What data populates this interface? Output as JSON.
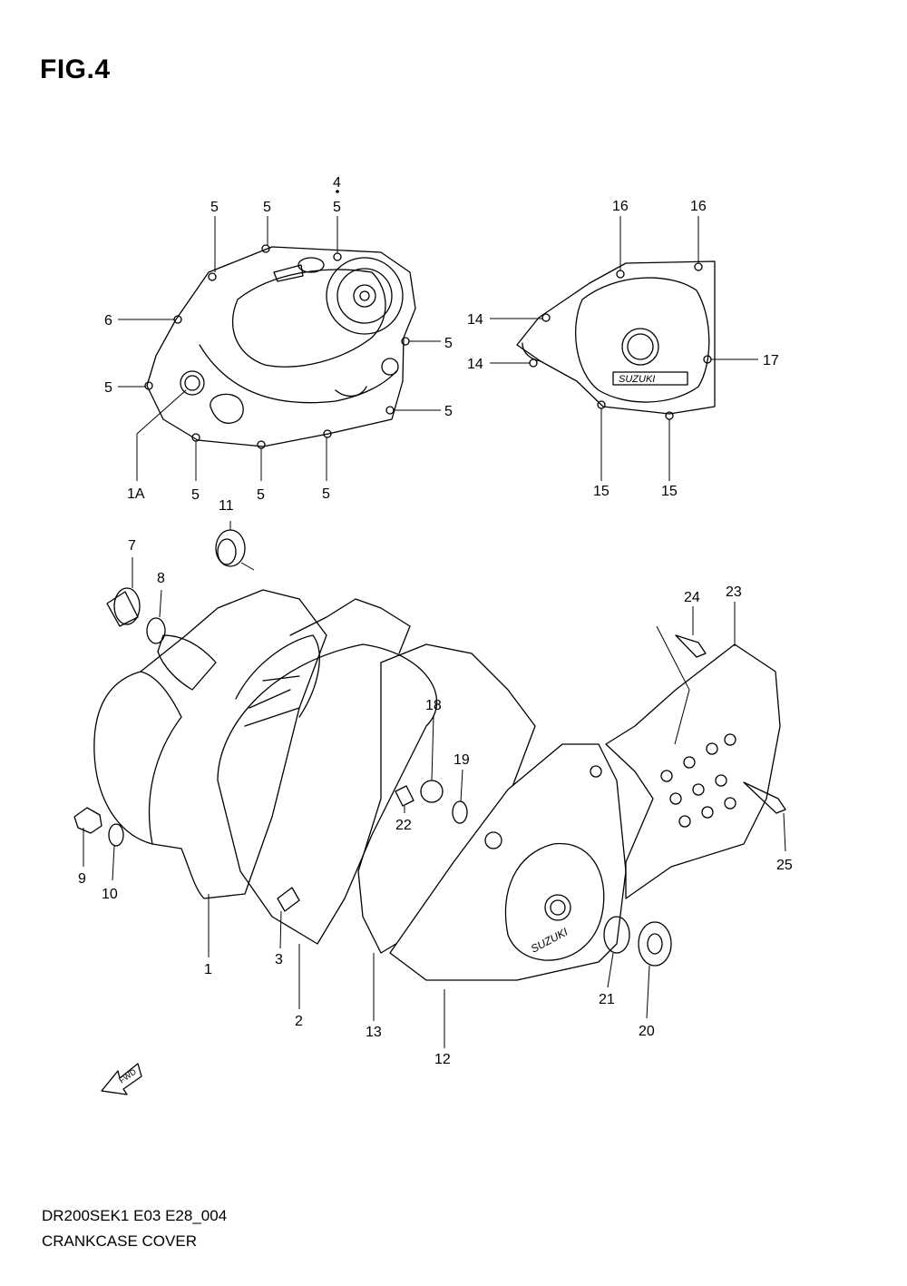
{
  "figure": {
    "title": "FIG.4"
  },
  "footer": {
    "code": "DR200SEK1 E03 E28_004",
    "name": "CRANKCASE COVER"
  },
  "fwd_label": "FWD",
  "cover_brand_top": "SUZUKI",
  "cover_brand_bottom": "SUZUKI",
  "callouts": [
    {
      "id": "c-4",
      "text": "4"
    },
    {
      "id": "c-5a",
      "text": "5"
    },
    {
      "id": "c-5b",
      "text": "5"
    },
    {
      "id": "c-5c",
      "text": "5"
    },
    {
      "id": "c-6",
      "text": "6"
    },
    {
      "id": "c-5d",
      "text": "5"
    },
    {
      "id": "c-5e",
      "text": "5"
    },
    {
      "id": "c-5f",
      "text": "5"
    },
    {
      "id": "c-1a",
      "text": "1A"
    },
    {
      "id": "c-5g",
      "text": "5"
    },
    {
      "id": "c-5h",
      "text": "5"
    },
    {
      "id": "c-5i",
      "text": "5"
    },
    {
      "id": "c-16a",
      "text": "16"
    },
    {
      "id": "c-16b",
      "text": "16"
    },
    {
      "id": "c-14a",
      "text": "14"
    },
    {
      "id": "c-14b",
      "text": "14"
    },
    {
      "id": "c-17",
      "text": "17"
    },
    {
      "id": "c-15a",
      "text": "15"
    },
    {
      "id": "c-15b",
      "text": "15"
    },
    {
      "id": "c-11",
      "text": "11"
    },
    {
      "id": "c-7",
      "text": "7"
    },
    {
      "id": "c-8",
      "text": "8"
    },
    {
      "id": "c-9",
      "text": "9"
    },
    {
      "id": "c-10",
      "text": "10"
    },
    {
      "id": "c-1",
      "text": "1"
    },
    {
      "id": "c-3",
      "text": "3"
    },
    {
      "id": "c-2",
      "text": "2"
    },
    {
      "id": "c-18",
      "text": "18"
    },
    {
      "id": "c-19",
      "text": "19"
    },
    {
      "id": "c-22",
      "text": "22"
    },
    {
      "id": "c-13",
      "text": "13"
    },
    {
      "id": "c-12",
      "text": "12"
    },
    {
      "id": "c-24",
      "text": "24"
    },
    {
      "id": "c-23",
      "text": "23"
    },
    {
      "id": "c-25",
      "text": "25"
    },
    {
      "id": "c-21",
      "text": "21"
    },
    {
      "id": "c-20",
      "text": "20"
    }
  ]
}
